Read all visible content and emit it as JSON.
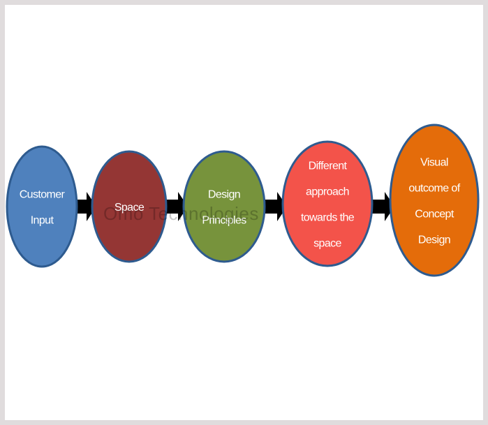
{
  "diagram": {
    "nodes": [
      {
        "id": "customer-input",
        "lines": [
          "Customer",
          "Input"
        ],
        "color": "#4f81bd"
      },
      {
        "id": "space",
        "lines": [
          "Space"
        ],
        "color": "#943634"
      },
      {
        "id": "design-principles",
        "lines": [
          "Design",
          "Principles"
        ],
        "color": "#77933c"
      },
      {
        "id": "different-approach",
        "lines": [
          "Different",
          "approach",
          "towards the",
          "space"
        ],
        "color": "#f3534a"
      },
      {
        "id": "visual-outcome",
        "lines": [
          "Visual",
          "outcome of",
          "Concept",
          "Design"
        ],
        "color": "#e46c0a"
      }
    ],
    "edges": [
      {
        "from": "customer-input",
        "to": "space"
      },
      {
        "from": "space",
        "to": "design-principles"
      },
      {
        "from": "design-principles",
        "to": "different-approach"
      },
      {
        "from": "different-approach",
        "to": "visual-outcome"
      }
    ],
    "stroke_color": "#2e5b8f",
    "arrow_color": "#000000"
  },
  "watermark": {
    "text": "Omo Technologies"
  }
}
